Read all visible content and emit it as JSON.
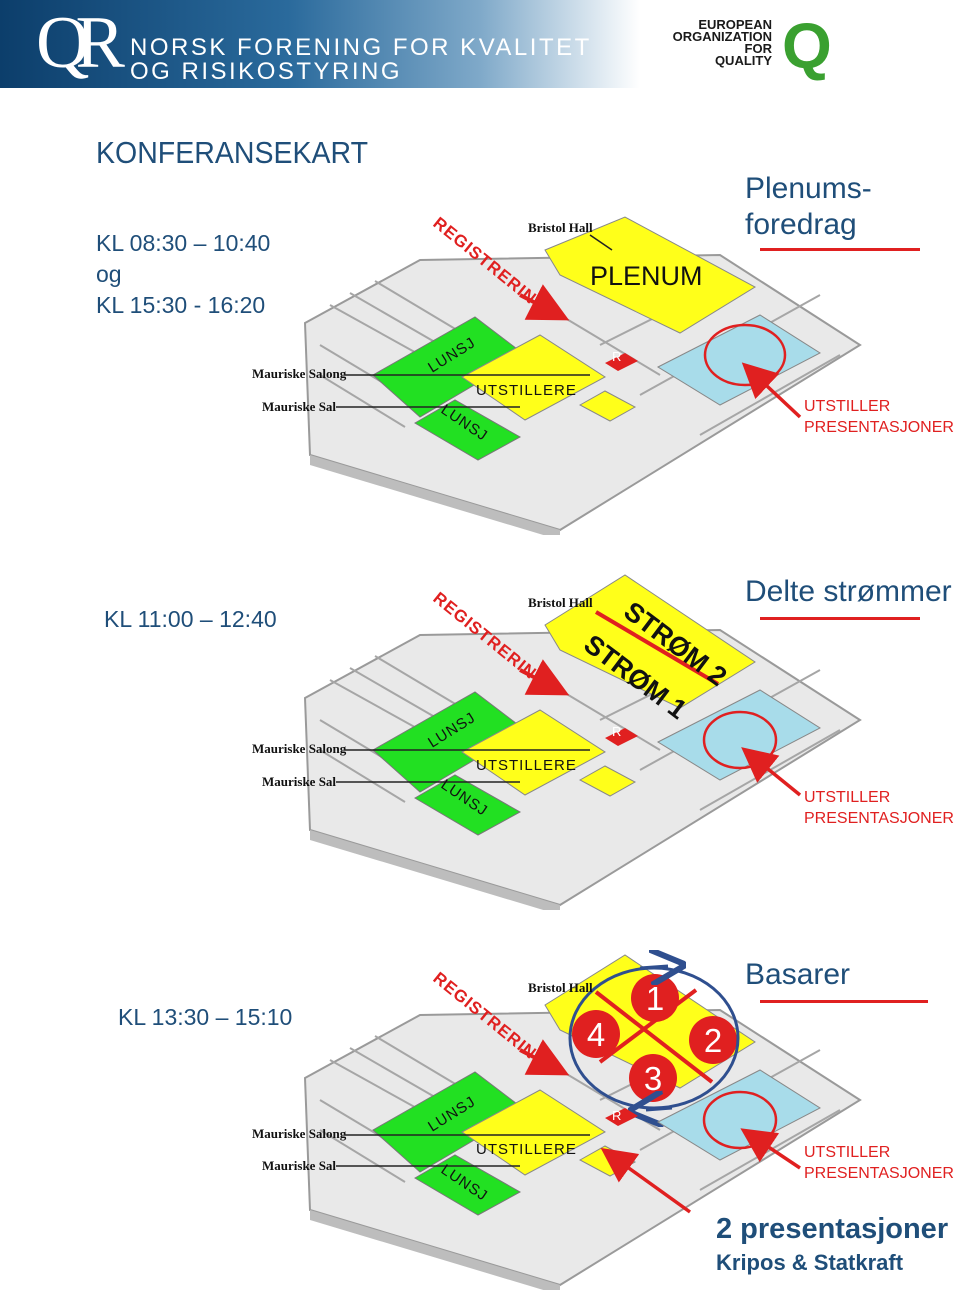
{
  "header": {
    "logo_letters": "QR",
    "org_line1": "NORSK FORENING FOR KVALITET",
    "org_line2": "OG RISIKOSTYRING",
    "eoq_line1": "EUROPEAN",
    "eoq_line2": "ORGANIZATION",
    "eoq_line3": "FOR",
    "eoq_line4": "QUALITY",
    "eoq_mark": "Q"
  },
  "title": "KONFERANSEKART",
  "colors": {
    "lunsj_green": "#22e022",
    "yellow": "#ffff1a",
    "exhibit_blue": "#a8dcea",
    "red": "#e02020",
    "blue_text": "#1f4e79"
  },
  "sections": [
    {
      "time_line1": "KL 08:30 – 10:40",
      "time_line2": "og",
      "time_line3": "KL 15:30 - 16:20",
      "side_label": "Plenums-\nforedrag",
      "side_line1": "Plenums-",
      "side_line2": "foredrag",
      "pres_line1": "UTSTILLER",
      "pres_line2": "PRESENTASJONER",
      "map": {
        "registrering": "REGISTRERING",
        "bristol": "Bristol Hall",
        "salong": "Mauriske Salong",
        "sal": "Mauriske Sal",
        "lunsj": "LUNSJ",
        "utstillere": "UTSTILLERE",
        "r": "R",
        "plenum": "PLENUM"
      }
    },
    {
      "time_line1": "KL 11:00 – 12:40",
      "side_line1": "Delte strømmer",
      "pres_line1": "UTSTILLER",
      "pres_line2": "PRESENTASJONER",
      "map": {
        "registrering": "REGISTRERING",
        "bristol": "Bristol Hall",
        "salong": "Mauriske Salong",
        "sal": "Mauriske Sal",
        "lunsj": "LUNSJ",
        "utstillere": "UTSTILLERE",
        "r": "R",
        "strom2": "STRØM 2",
        "strom1": "STRØM 1"
      }
    },
    {
      "time_line1": "KL 13:30 – 15:10",
      "side_line1": "Basarer",
      "pres_line1": "UTSTILLER",
      "pres_line2": "PRESENTASJONER",
      "map": {
        "registrering": "REGISTRERING",
        "bristol": "Bristol Hall",
        "salong": "Mauriske Salong",
        "sal": "Mauriske Sal",
        "lunsj": "LUNSJ",
        "utstillere": "UTSTILLERE",
        "r": "R",
        "basar1": "1",
        "basar2": "2",
        "basar3": "3",
        "basar4": "4"
      },
      "extra_line1": "2 presentasjoner",
      "extra_line2": "Kripos & Statkraft"
    }
  ]
}
